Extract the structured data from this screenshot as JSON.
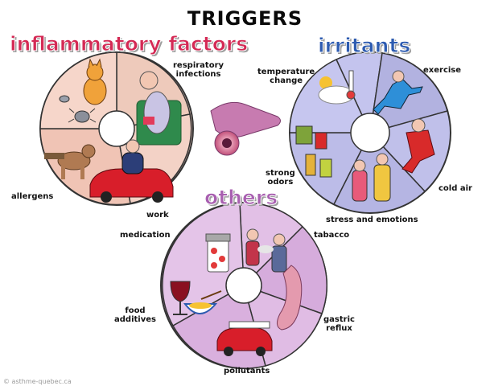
{
  "title": "TRIGGERS",
  "groups": {
    "inflammatory": {
      "heading": "inflammatory factors",
      "color": "#d42a55",
      "labels": {
        "respiratory": "respiratory\ninfections",
        "allergens": "allergens",
        "work": "work"
      }
    },
    "irritants": {
      "heading": "irritants",
      "color": "#2d5bb0",
      "labels": {
        "temperature": "temperature\nchange",
        "exercise": "exercise",
        "odors": "strong\nodors",
        "cold": "cold air",
        "stress": "stress and emotions"
      }
    },
    "others": {
      "heading": "others",
      "color": "#a85fb0",
      "labels": {
        "medication": "medication",
        "tabacco": "tabacco",
        "food": "food\nadditives",
        "gastric": "gastric\nreflux",
        "pollutants": "pollutants"
      }
    }
  },
  "credit": "© asthme-quebec.ca",
  "icons": [
    "cat-icon",
    "dust-mite-icon",
    "dog-icon",
    "sick-person-icon",
    "worker-car-icon",
    "bronchus-icon",
    "cloud-sun-icon",
    "thermometer-icon",
    "runner-icon",
    "cold-walker-icon",
    "paint-cans-icon",
    "arguing-people-icon",
    "pills-icon",
    "smokers-icon",
    "wine-glass-icon",
    "food-bowl-icon",
    "stomach-icon",
    "red-car-icon"
  ],
  "colors": {
    "inflammatory_wheel": "#f6cfc4",
    "irritants_wheel": "#b9b9e6",
    "others_wheel": "#dcb6e0"
  }
}
